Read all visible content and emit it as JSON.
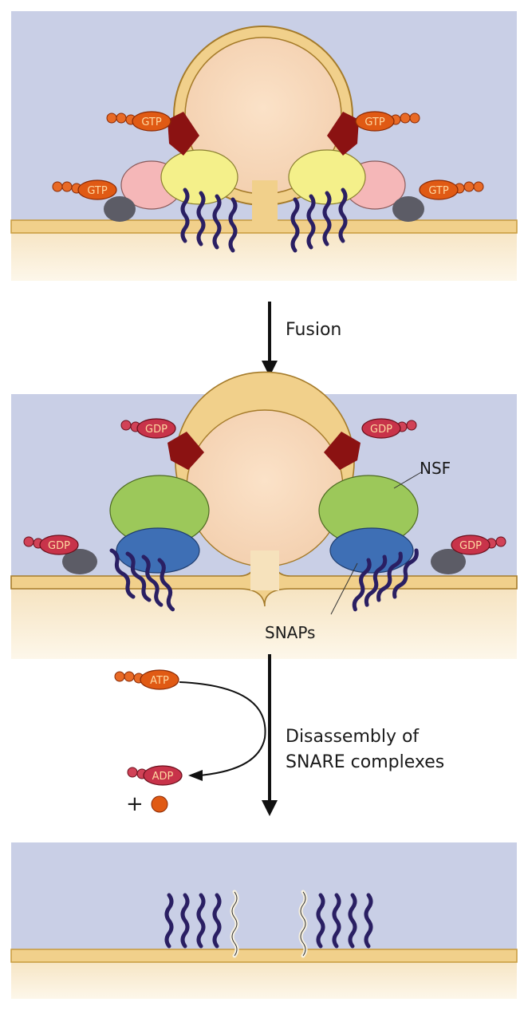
{
  "labels": {
    "fusion": "Fusion",
    "nsf": "NSF",
    "snaps": "SNAPs",
    "disassembly_line1": "Disassembly of",
    "disassembly_line2": "SNARE complexes",
    "pi_plus": "+"
  },
  "nucleotides": {
    "gtp": "GTP",
    "gdp": "GDP",
    "atp": "ATP",
    "adp": "ADP"
  },
  "colors": {
    "cytosol": "#c9cfe6",
    "membrane": "#f1d08b",
    "lumen": "#f6e2bc",
    "vesicle_interior": "#f9dcc0",
    "snare": "#2a1f63",
    "gtp_pill": "#e05a14",
    "gdp_pill": "#c8334a",
    "effector": "#8b1212",
    "nsf": "#9cc85a",
    "snap": "#3e6fb5",
    "tether": "#f5b7b8",
    "yellow_complex": "#f4f08a",
    "rab_anchor": "#5c5c66"
  }
}
